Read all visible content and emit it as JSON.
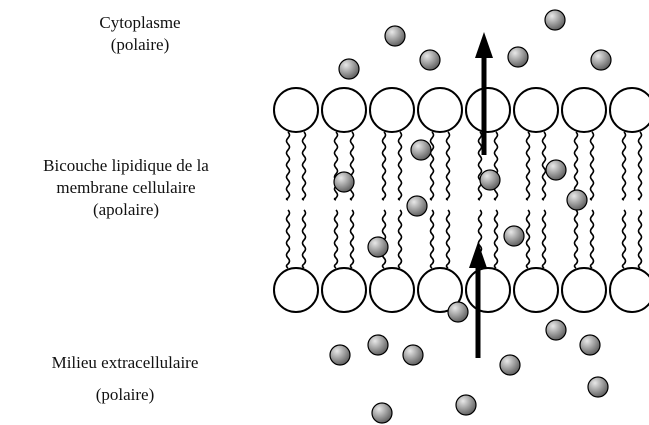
{
  "labels": {
    "cytoplasm": {
      "line1": "Cytoplasme",
      "line2": "(polaire)"
    },
    "bilayer": {
      "line1": "Bicouche lipidique de la",
      "line2": "membrane cellulaire",
      "line3": "(apolaire)"
    },
    "extracellular": {
      "line1": "Milieu extracellulaire",
      "line2": "(polaire)"
    }
  },
  "colors": {
    "stroke": "#000000",
    "head_fill": "#ffffff",
    "molecule_light": "#e8e8e8",
    "molecule_dark": "#5a5a5a"
  }
}
